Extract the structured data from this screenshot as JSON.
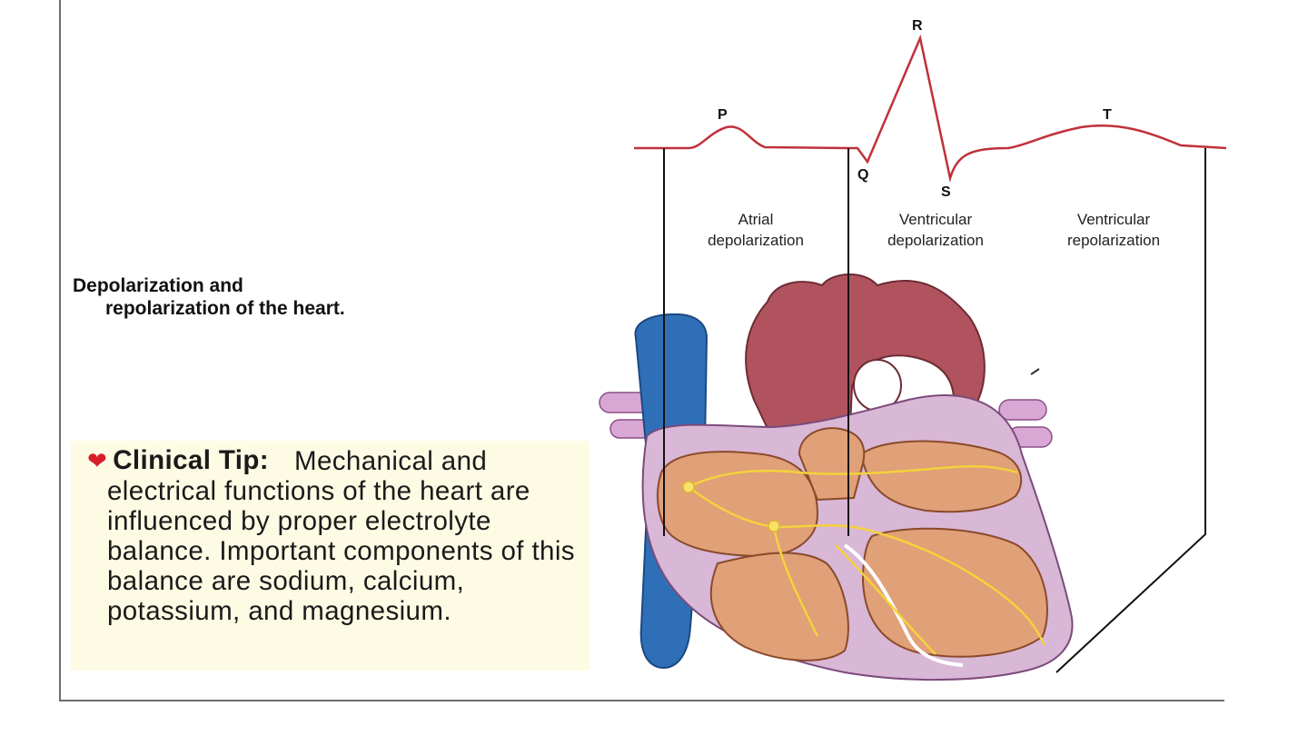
{
  "caption": {
    "line1": "Depolarization and",
    "line2": "repolarization of the heart."
  },
  "clinical_tip": {
    "heading": "Clinical Tip:",
    "body": "Mechanical and electrical functions of the heart are influenced by proper electrolyte balance. Important components of this balance are sodium, calcium, potassium, and magnesium.",
    "heart_icon": "heart-icon",
    "background_color": "#fdfbe4",
    "heart_color": "#d81d2a"
  },
  "ecg": {
    "waves": {
      "p": "P",
      "q": "Q",
      "r": "R",
      "s": "S",
      "t": "T"
    },
    "trace_color": "#c0313b"
  },
  "phases": {
    "atrial_1": "Atrial",
    "atrial_2": "depolarization",
    "vent_dep_1": "Ventricular",
    "vent_dep_2": "depolarization",
    "vent_rep_1": "Ventricular",
    "vent_rep_2": "repolarization"
  },
  "colors": {
    "aorta": "#b0535f",
    "vena_cava": "#2f6fb8",
    "myocardium": "#e0a078",
    "pericardium": "#d9b7d6",
    "conduction": "#f4d23c"
  }
}
